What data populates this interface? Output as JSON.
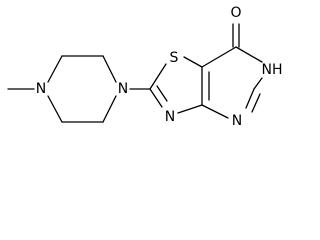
{
  "structure": {
    "atoms": {
      "methyl_n": "N",
      "linking_n": "N",
      "thiazole_s": "S",
      "thiazole_n": "N",
      "ring_n": "N",
      "nh": "NH",
      "oxygen": "O"
    }
  }
}
